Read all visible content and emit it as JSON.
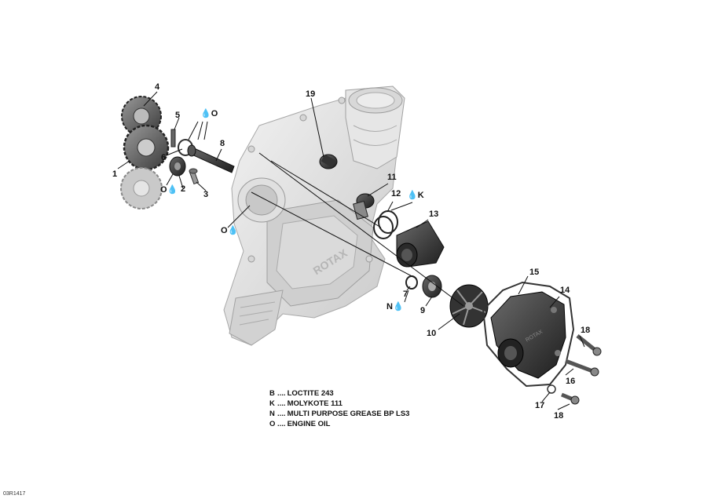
{
  "callouts": {
    "c1": "1",
    "c2": "2",
    "c3": "3",
    "c4": "4",
    "c5": "5",
    "c6": "6",
    "c7": "7",
    "c8": "8",
    "c9": "9",
    "c10": "10",
    "c11": "11",
    "c12": "12",
    "c13": "13",
    "c14": "14",
    "c15": "15",
    "c16": "16",
    "c17": "17",
    "c18a": "18",
    "c18b": "18",
    "c19": "19",
    "o_top": "O",
    "o_left": "O",
    "o_mid": "O",
    "k_top": "K",
    "n_mid": "N"
  },
  "legend": [
    {
      "key": "B",
      "sep": "....",
      "text": "LOCTITE 243"
    },
    {
      "key": "K",
      "sep": "....",
      "text": "MOLYKOTE 111"
    },
    {
      "key": "N",
      "sep": "....",
      "text": "MULTI PURPOSE GREASE BP LS3"
    },
    {
      "key": "O",
      "sep": "....",
      "text": "ENGINE OIL"
    }
  ],
  "reference_code": "03R1417",
  "icons": [
    "oil-drop-icon"
  ],
  "colors": {
    "line": "#111111",
    "part": "#555555",
    "housing": "#bdbdbd"
  }
}
